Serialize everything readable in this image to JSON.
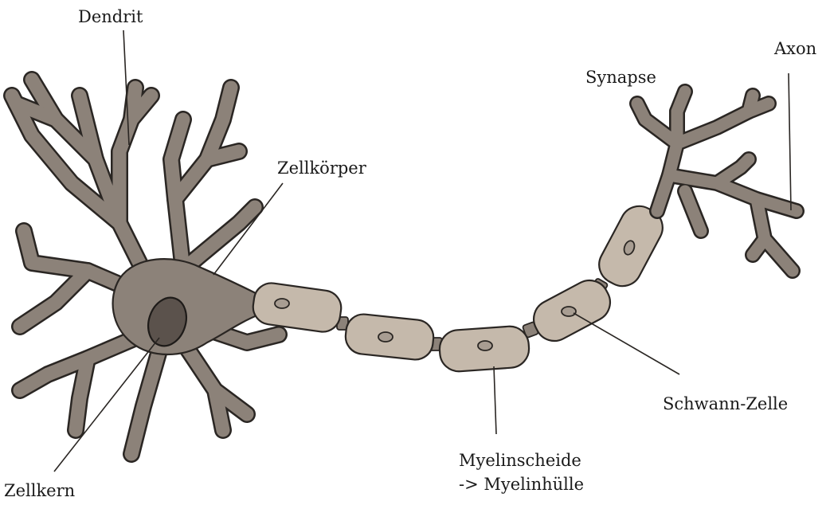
{
  "labels": {
    "dendrit": "Dendrit",
    "axon": "Axon",
    "synapse": "Synapse",
    "zellkoerper": "Zellkörper",
    "zellkern": "Zellkern",
    "schwann": "Schwann-Zelle",
    "myelin_line1": "Myelinscheide",
    "myelin_line2": "-> Myelinhülle"
  },
  "colors": {
    "neuron": "#8c8279",
    "nucleus": "#5b524c",
    "myelin": "#c5b9ab",
    "outline": "#2a2623"
  }
}
